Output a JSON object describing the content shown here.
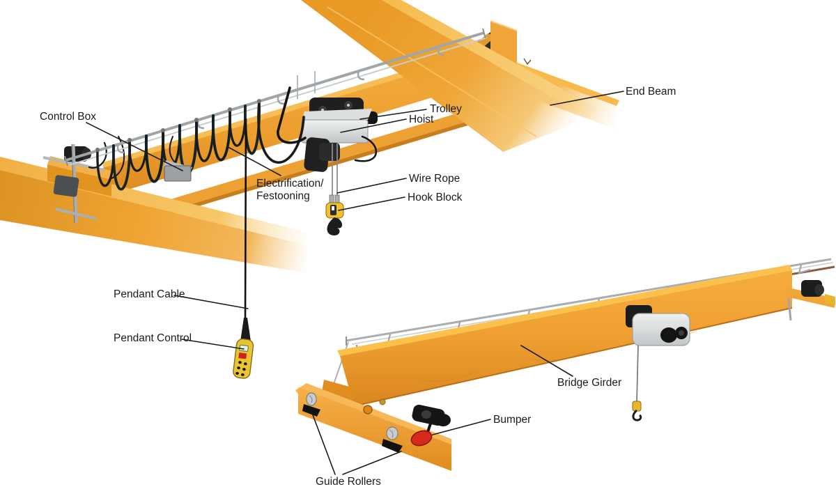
{
  "diagram": {
    "type": "annotated-technical-diagram",
    "subject": "Overhead bridge crane component diagram",
    "labels": {
      "control_box": "Control Box",
      "trolley": "Trolley",
      "hoist": "Hoist",
      "end_beam": "End Beam",
      "electrification_line1": "Electrification/",
      "electrification_line2": "Festooning",
      "wire_rope": "Wire Rope",
      "hook_block": "Hook Block",
      "pendant_cable": "Pendant Cable",
      "pendant_control": "Pendant Control",
      "bridge_girder": "Bridge Girder",
      "bumper": "Bumper",
      "guide_rollers": "Guide Rollers"
    },
    "colors": {
      "background": "#ffffff",
      "crane_orange": "#F0A136",
      "crane_orange_light": "#F6BE4F",
      "crane_orange_dark": "#D9861F",
      "steel_gray": "#A9AFB2",
      "cable_black": "#1C1C1C",
      "hoist_gray": "#C9CCCB",
      "bumper_red": "#D52B1E",
      "pendant_yellow": "#E8C532",
      "hook_yellow": "#F2C12E",
      "label_text": "#1A1A1A"
    }
  }
}
